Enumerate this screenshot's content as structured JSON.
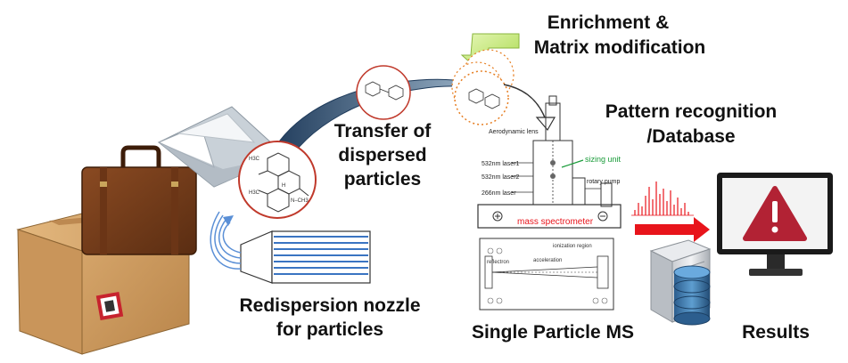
{
  "labels": {
    "enrichment": "Enrichment &",
    "matrix": "Matrix modification",
    "transfer_1": "Transfer of",
    "transfer_2": "dispersed",
    "transfer_3": "particles",
    "pattern_1": "Pattern recognition",
    "pattern_2": "/Database",
    "nozzle_1": "Redispersion nozzle",
    "nozzle_2": "for particles",
    "spms": "Single Particle MS",
    "results": "Results"
  },
  "instrument": {
    "lens": "Aerodynamic lens",
    "laser1": "532nm laser1",
    "laser2": "532nm laser2",
    "laser3": "266nm laser",
    "sizing": "sizing unit",
    "pump": "rotary pump",
    "ms": "mass spectrometer"
  },
  "tof": {
    "reflectron": "reflectron",
    "ionization": "ionization region",
    "acceleration": "acceleration"
  },
  "chem": {
    "h3c_1": "H3C",
    "h3c_2": "H3C",
    "h": "H",
    "n_ch3": "N–CH3"
  },
  "colors": {
    "accent_green": "#1a9c3a",
    "arrow_red": "#e8141b",
    "molecule_ring": "#c0392b",
    "particle_dot": "#e67e22",
    "monitor_warning": "#b22234",
    "transfer_curve": "#2f4f6f",
    "enrichment_arrow": "#c7ee7a"
  },
  "icons": [
    "box-icon",
    "suitcase-icon",
    "envelope-icon",
    "molecule-icon",
    "nozzle-icon",
    "particle-icon",
    "spectrum-icon",
    "server-icon",
    "database-icon",
    "monitor-icon",
    "warning-icon"
  ]
}
